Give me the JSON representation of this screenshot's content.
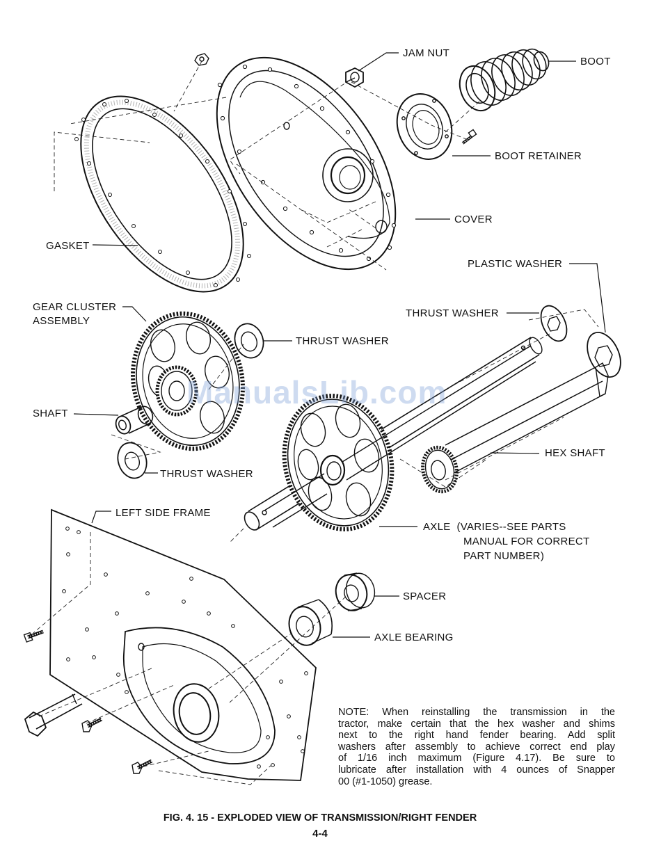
{
  "labels": {
    "jam_nut": "JAM NUT",
    "boot": "BOOT",
    "boot_retainer": "BOOT RETAINER",
    "cover": "COVER",
    "gasket": "GASKET",
    "plastic_washer": "PLASTIC WASHER",
    "thrust_washer_right": "THRUST WASHER",
    "gear_cluster_line1": "GEAR CLUSTER",
    "gear_cluster_line2": "ASSEMBLY",
    "thrust_washer_upper": "THRUST WASHER",
    "shaft": "SHAFT",
    "hex_shaft": "HEX SHAFT",
    "thrust_washer_lower": "THRUST WASHER",
    "left_side_frame": "LEFT SIDE FRAME",
    "axle_line1": "AXLE  (VARIES--SEE PARTS",
    "axle_line2": "MANUAL FOR CORRECT",
    "axle_line3": "PART NUMBER)",
    "spacer": "SPACER",
    "axle_bearing": "AXLE BEARING"
  },
  "note": {
    "lines": [
      "NOTE: When reinstalling the transmission in the",
      "tractor, make certain that the hex washer and shims",
      "next to the right hand fender bearing. Add split",
      "washers after assembly to achieve correct end play",
      "of 1/16 inch maximum (Figure 4.17). Be sure to",
      "lubricate after installation with 4 ounces of Snapper",
      "00 (#1-1050) grease."
    ]
  },
  "caption": "FIG. 4. 15 - EXPLODED VIEW OF TRANSMISSION/RIGHT FENDER",
  "page_number": "4-4",
  "watermark": "ManualsLib.com"
}
